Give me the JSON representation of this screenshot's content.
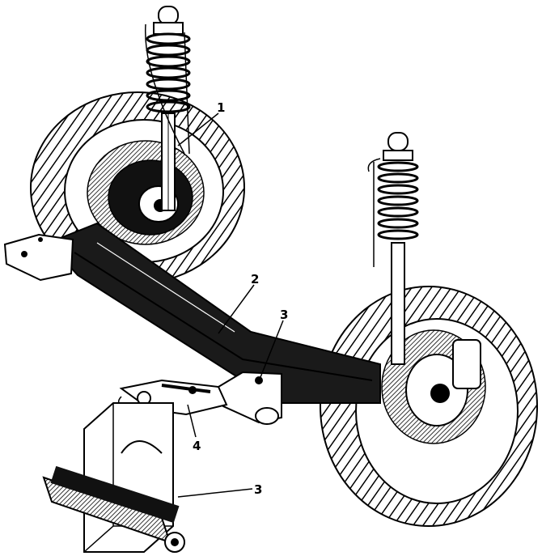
{
  "diagram": {
    "callouts": [
      {
        "id": "1",
        "label": "1"
      },
      {
        "id": "2",
        "label": "2"
      },
      {
        "id": "3a",
        "label": "3"
      },
      {
        "id": "4",
        "label": "4"
      },
      {
        "id": "3b",
        "label": "3"
      }
    ]
  }
}
